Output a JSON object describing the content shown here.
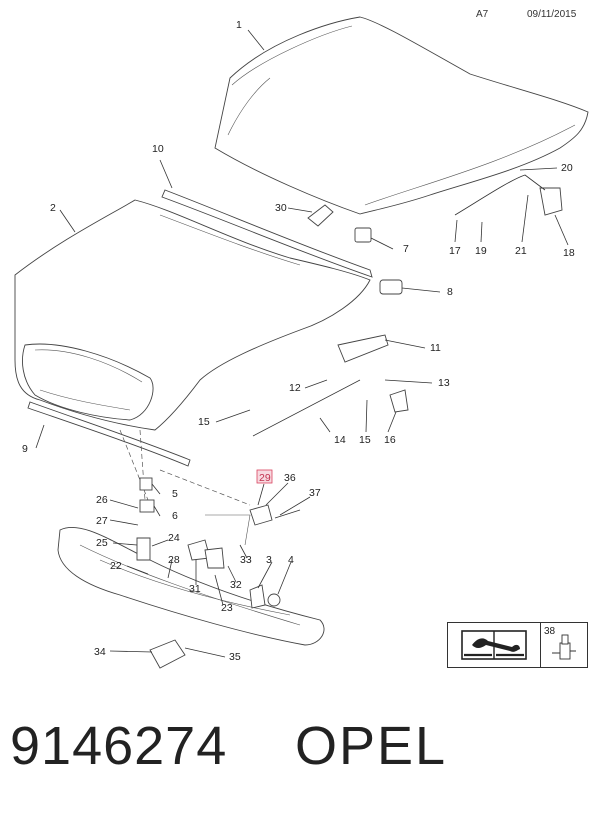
{
  "header": {
    "page_code": "A7",
    "date": "09/11/2015"
  },
  "callouts": [
    {
      "id": "1",
      "label": "1"
    },
    {
      "id": "2",
      "label": "2"
    },
    {
      "id": "3",
      "label": "3"
    },
    {
      "id": "4",
      "label": "4"
    },
    {
      "id": "5",
      "label": "5"
    },
    {
      "id": "6",
      "label": "6"
    },
    {
      "id": "7",
      "label": "7"
    },
    {
      "id": "8",
      "label": "8"
    },
    {
      "id": "9",
      "label": "9"
    },
    {
      "id": "10",
      "label": "10"
    },
    {
      "id": "11",
      "label": "11"
    },
    {
      "id": "12",
      "label": "12"
    },
    {
      "id": "13",
      "label": "13"
    },
    {
      "id": "14",
      "label": "14"
    },
    {
      "id": "15a",
      "label": "15"
    },
    {
      "id": "15b",
      "label": "15"
    },
    {
      "id": "16",
      "label": "16"
    },
    {
      "id": "17",
      "label": "17"
    },
    {
      "id": "18",
      "label": "18"
    },
    {
      "id": "19",
      "label": "19"
    },
    {
      "id": "20",
      "label": "20"
    },
    {
      "id": "21",
      "label": "21"
    },
    {
      "id": "22",
      "label": "22"
    },
    {
      "id": "23",
      "label": "23"
    },
    {
      "id": "24",
      "label": "24"
    },
    {
      "id": "25",
      "label": "25"
    },
    {
      "id": "26",
      "label": "26"
    },
    {
      "id": "27",
      "label": "27"
    },
    {
      "id": "28",
      "label": "28"
    },
    {
      "id": "29",
      "label": "29",
      "highlighted": true
    },
    {
      "id": "30",
      "label": "30"
    },
    {
      "id": "31",
      "label": "31"
    },
    {
      "id": "32",
      "label": "32"
    },
    {
      "id": "33",
      "label": "33"
    },
    {
      "id": "34",
      "label": "34"
    },
    {
      "id": "35",
      "label": "35"
    },
    {
      "id": "36",
      "label": "36"
    },
    {
      "id": "37",
      "label": "37"
    }
  ],
  "legend": {
    "tool_callout": "38",
    "book_icon": "repair-manual-icon",
    "tool_icon": "special-tool-icon"
  },
  "footer": {
    "part_number": "9146274",
    "brand": "OPEL"
  },
  "colors": {
    "highlight_fill": "#f7d9e0",
    "highlight_stroke": "#d9435f",
    "line": "#333333"
  }
}
